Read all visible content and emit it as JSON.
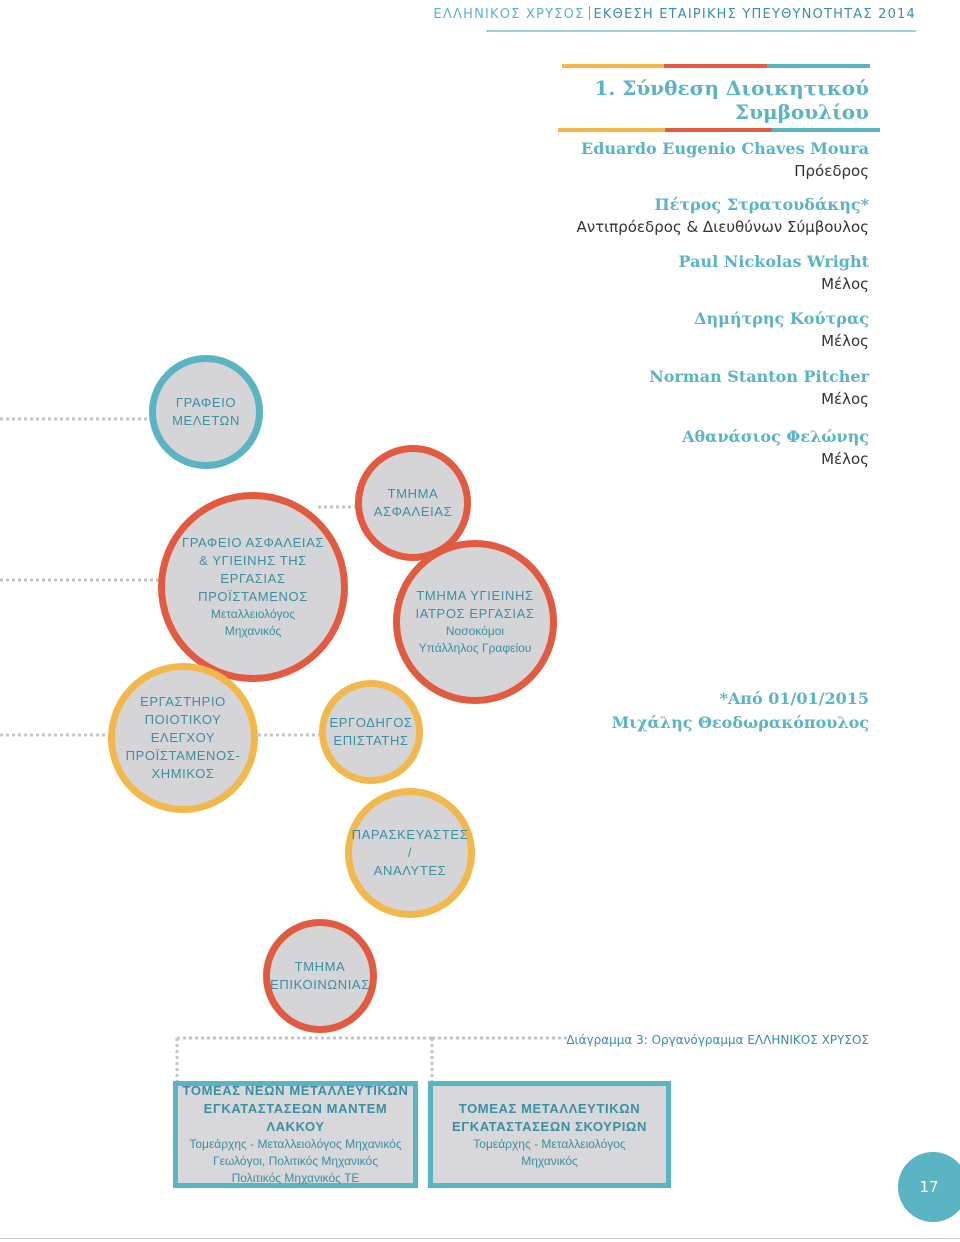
{
  "header": {
    "brand": "ΕΛΛΗΝΙΚΟΣ ΧΡΥΣΟΣ",
    "title": "ΕΚΘΕΣΗ ΕΤΑΙΡΙΚΗΣ ΥΠΕΥΘΥΝΟΤΗΤΑΣ 2014"
  },
  "board": {
    "title_line1": "1. Σύνθεση Διοικητικού",
    "title_line2": "Συμβουλίου",
    "members": [
      {
        "name": "Eduardo Eugenio Chaves Moura",
        "role": "Πρόεδρος"
      },
      {
        "name": "Πέτρος Στρατουδάκης*",
        "role": "Αντιπρόεδρος & Διευθύνων Σύμβουλος"
      },
      {
        "name": "Paul Nickolas Wright",
        "role": "Μέλος"
      },
      {
        "name": "Δημήτρης Κούτρας",
        "role": "Μέλος"
      },
      {
        "name": "Norman Stanton Pitcher",
        "role": "Μέλος"
      },
      {
        "name": "Αθανάσιος Φελώνης",
        "role": "Μέλος"
      }
    ],
    "note_line1": "*Από 01/01/2015",
    "note_line2": "Μιχάλης Θεοδωρακόπουλος"
  },
  "chart": {
    "studies": {
      "l1": "ΓΡΑΦΕΙΟ",
      "l2": "ΜΕΛΕΤΩΝ"
    },
    "safety_office": {
      "l1": "ΓΡΑΦΕΙΟ ΑΣΦΑΛΕΙΑΣ",
      "l2": "& ΥΓΙΕΙΝΗΣ ΤΗΣ",
      "l3": "ΕΡΓΑΣΙΑΣ",
      "l4": "ΠΡΟΪΣΤΑΜΕΝΟΣ",
      "s1": "Μεταλλειολόγος",
      "s2": "Μηχανικός"
    },
    "safety_dept": {
      "l1": "ΤΜΗΜΑ",
      "l2": "ΑΣΦΑΛΕΙΑΣ"
    },
    "hygiene_dept": {
      "l1": "ΤΜΗΜΑ ΥΓΙΕΙΝΗΣ",
      "l2": "ΙΑΤΡΟΣ ΕΡΓΑΣΙΑΣ",
      "s1": "Νοσοκόμοι",
      "s2": "Υπάλληλος Γραφείου"
    },
    "lab": {
      "l1": "ΕΡΓΑΣΤΗΡΙΟ",
      "l2": "ΠΟΙΟΤΙΚΟΥ ΕΛΕΓΧΟΥ",
      "l3": "ΠΡΟΪΣΤΑΜΕΝΟΣ-",
      "l4": "ΧΗΜΙΚΟΣ"
    },
    "foreman": {
      "l1": "ΕΡΓΟΔΗΓΟΣ",
      "l2": "ΕΠΙΣΤΑΤΗΣ"
    },
    "analysts": {
      "l1": "ΠΑΡΑΣΚΕΥΑΣΤΕΣ /",
      "l2": "ΑΝΑΛΥΤΕΣ"
    },
    "communications": {
      "l1": "ΤΜΗΜΑ",
      "l2": "ΕΠΙΚΟΙΝΩΝΙΑΣ"
    },
    "sector_madem": {
      "l1": "ΤΟΜΕΑΣ ΝΕΩΝ ΜΕΤΑΛΛΕΥΤΙΚΩΝ",
      "l2": "ΕΓΚΑΤΑΣΤΑΣΕΩΝ ΜΑΝΤΕΜ ΛΑΚΚΟΥ",
      "s1": "Τομεάρχης - Μεταλλειολόγος Μηχανικός",
      "s2": "Γεωλόγοι, Πολιτικός Μηχανικός",
      "s3": "Πολιτικός Μηχανικός ΤΕ"
    },
    "sector_skouries": {
      "l1": "ΤΟΜΕΑΣ ΜΕΤΑΛΛΕΥΤΙΚΩΝ",
      "l2": "ΕΓΚΑΤΑΣΤΑΣΕΩΝ ΣΚΟΥΡΙΩΝ",
      "s1": "Τομεάρχης - Μεταλλειολόγος",
      "s2": "Μηχανικός"
    }
  },
  "caption": "Διάγραμμα 3: Οργανόγραμμα ΕΛΛΗΝΙΚΟΣ ΧΡΥΣΟΣ",
  "page_number": "17",
  "colors": {
    "teal": "#5bb4c4",
    "red": "#e25a3f",
    "yellow": "#f2b84b",
    "grey": "#d5d5d7"
  }
}
